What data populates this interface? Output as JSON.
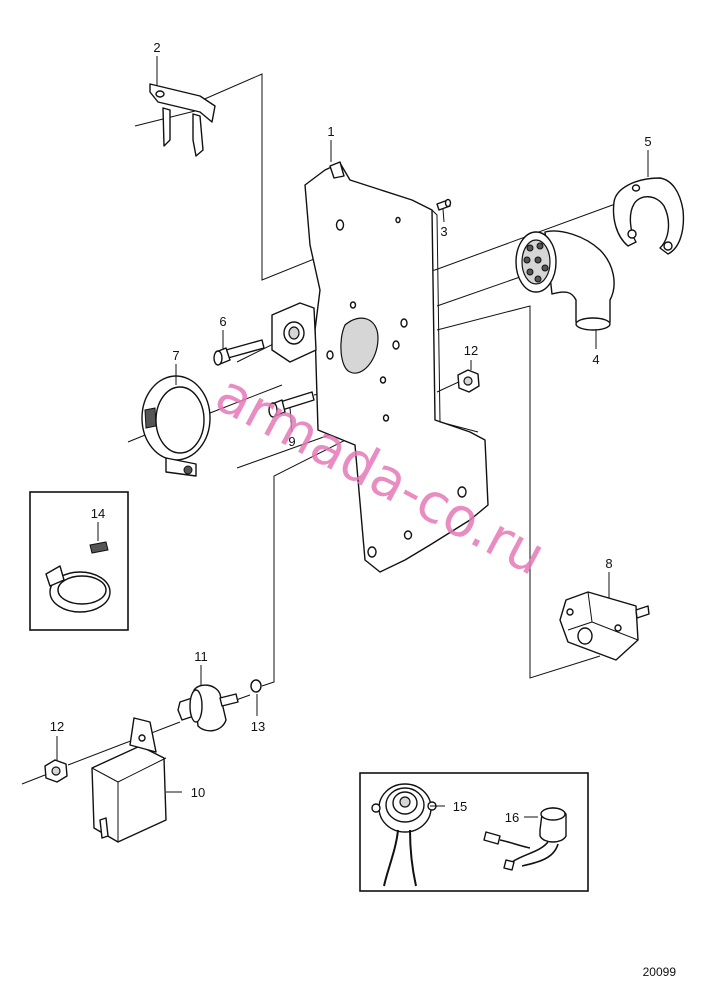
{
  "diagram": {
    "drawing_code": "20099",
    "watermark": "armada-co.ru",
    "callouts": [
      {
        "id": "c1",
        "text": "1"
      },
      {
        "id": "c2",
        "text": "2"
      },
      {
        "id": "c3",
        "text": "3"
      },
      {
        "id": "c4",
        "text": "4"
      },
      {
        "id": "c5",
        "text": "5"
      },
      {
        "id": "c6",
        "text": "6"
      },
      {
        "id": "c7",
        "text": "7"
      },
      {
        "id": "c8",
        "text": "8"
      },
      {
        "id": "c9",
        "text": "9"
      },
      {
        "id": "c10",
        "text": "10"
      },
      {
        "id": "c11",
        "text": "11"
      },
      {
        "id": "c12a",
        "text": "12"
      },
      {
        "id": "c12b",
        "text": "12"
      },
      {
        "id": "c13",
        "text": "13"
      },
      {
        "id": "c14",
        "text": "14"
      },
      {
        "id": "c15",
        "text": "15"
      },
      {
        "id": "c16",
        "text": "16"
      }
    ]
  }
}
